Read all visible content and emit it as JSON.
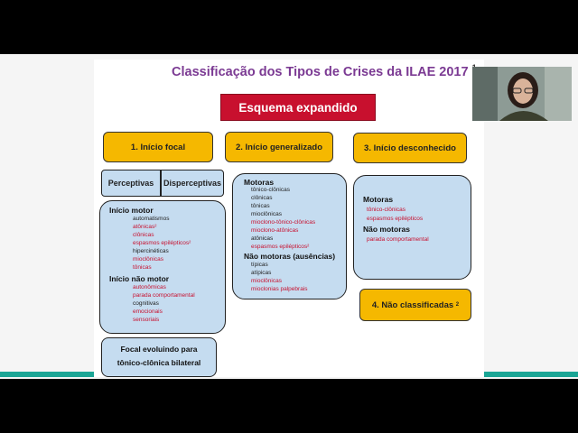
{
  "slide": {
    "title": "Classificação dos Tipos de Crises da ILAE 2017",
    "title_ref": "1",
    "button": "Esquema expandido",
    "focal_header": "1. Início focal",
    "generalized_header": "2. Início generalizado",
    "unknown_header": "3. Início desconhecido",
    "perceptivas": "Perceptivas",
    "disperceptivas": "Disperceptivas",
    "focal_motor_title": "Início motor",
    "focal_motor_items": [
      "automatismos",
      "atônicas²",
      "clônicas",
      "espasmos epilépticos²",
      "hipercinéticas",
      "mioclônicas",
      "tônicas"
    ],
    "focal_nonmotor_title": "Início não motor",
    "focal_nonmotor_items": [
      "autonômicas",
      "parada comportamental",
      "cognitivas",
      "emocionais",
      "sensoriais"
    ],
    "focal_evolving": [
      "Focal evoluindo para",
      "tônico-clônica bilateral"
    ],
    "gen_motor_title": "Motoras",
    "gen_motor_items_black": [
      "tônico-clônicas",
      "clônicas",
      "tônicas",
      "mioclônicas"
    ],
    "gen_motor_items_red": [
      "mioclono-tônico-clônicas",
      "mioclono-atônicas"
    ],
    "gen_motor_atonicas": "atônicas",
    "gen_motor_spasms": "espasmos epilépticos²",
    "gen_nonmotor_title": "Não motoras (ausências)",
    "gen_nonmotor_items_black": [
      "típicas",
      "atípicas"
    ],
    "gen_nonmotor_items_red": [
      "mioclônicas",
      "mioclonias palpebrais"
    ],
    "unk_motor_title": "Motoras",
    "unk_motor_items": [
      "tônico-clônicas",
      "espasmos epilépticos"
    ],
    "unk_nonmotor_title": "Não motoras",
    "unk_nonmotor_items": [
      "parada comportamental"
    ],
    "unclassified": "4. Não classificadas",
    "unclassified_ref": "2"
  },
  "colors": {
    "title": "#7b3a93",
    "button": "#c8102e",
    "header_fill": "#f5b800",
    "box_fill": "#c5dcf0",
    "red_text": "#c8102e",
    "teal_bar": "#1aa595"
  }
}
